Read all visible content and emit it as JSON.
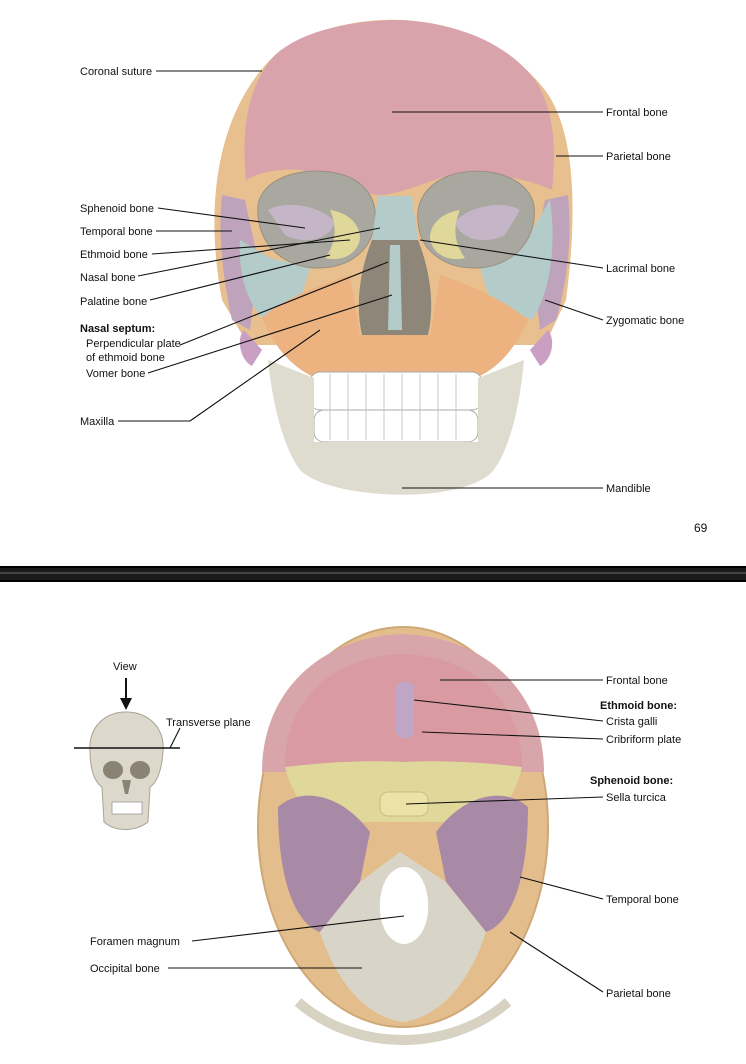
{
  "page1": {
    "page_number": "69",
    "labels": {
      "coronal_suture": "Coronal suture",
      "frontal_bone": "Frontal bone",
      "parietal_bone": "Parietal bone",
      "sphenoid_bone": "Sphenoid bone",
      "temporal_bone": "Temporal bone",
      "ethmoid_bone": "Ethmoid bone",
      "nasal_bone": "Nasal bone",
      "palatine_bone": "Palatine bone",
      "nasal_septum": "Nasal septum:",
      "perpendicular_plate_1": "Perpendicular plate",
      "perpendicular_plate_2": "of ethmoid bone",
      "vomer_bone": "Vomer bone",
      "maxilla": "Maxilla",
      "lacrimal_bone": "Lacrimal bone",
      "zygomatic_bone": "Zygomatic bone",
      "mandible": "Mandible"
    }
  },
  "page2": {
    "labels": {
      "view": "View",
      "transverse_plane": "Transverse plane",
      "frontal_bone": "Frontal bone",
      "ethmoid_bone": "Ethmoid bone:",
      "crista_galli": "Crista galli",
      "cribriform_plate": "Cribriform plate",
      "sphenoid_bone": "Sphenoid bone:",
      "sella_turcica": "Sella turcica",
      "temporal_bone": "Temporal bone",
      "foramen_magnum": "Foramen magnum",
      "occipital_bone": "Occipital bone",
      "parietal_bone": "Parietal bone"
    }
  },
  "colors": {
    "frontal": "#d9a3ab",
    "parietal": "#e8bf8e",
    "sphenoid": "#bfa3bd",
    "temporal": "#bfa3bd",
    "zygomatic": "#b3ccc9",
    "ethmoid": "#e0d79a",
    "maxilla": "#ecb27f",
    "mandible": "#dedbcf",
    "occipital": "#d8d5c8",
    "teeth": "#ffffff",
    "divider": "#1a1a1a"
  }
}
